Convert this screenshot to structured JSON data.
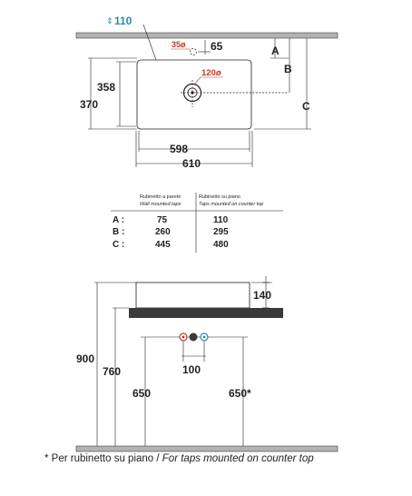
{
  "top_view": {
    "dim_110": "110",
    "dim_35": "35ø",
    "dim_65": "65",
    "dim_120": "120ø",
    "dim_358": "358",
    "dim_370": "370",
    "dim_598": "598",
    "dim_610": "610",
    "label_a": "A",
    "label_b": "B",
    "label_c": "C"
  },
  "table": {
    "col1_header": "Rubinetto a parete",
    "col1_subheader": "Wall mounted taps",
    "col2_header": "Rubinetto su piano",
    "col2_subheader": "Taps mounted on counter top",
    "rows": [
      {
        "label": "A :",
        "wall": "75",
        "counter": "110"
      },
      {
        "label": "B :",
        "wall": "260",
        "counter": "295"
      },
      {
        "label": "C :",
        "wall": "445",
        "counter": "480"
      }
    ]
  },
  "side_view": {
    "dim_140": "140",
    "dim_900": "900",
    "dim_760": "760",
    "dim_650": "650",
    "dim_650_star": "650*",
    "dim_100": "100"
  },
  "footnote": {
    "it_text": "* Per rubinetto su piano / ",
    "en_text": "For taps mounted on counter top"
  },
  "colors": {
    "line": "#231f20",
    "accent_teal": "#2a8fa0",
    "accent_red": "#c0392b",
    "counter": "#3a3a3a"
  }
}
